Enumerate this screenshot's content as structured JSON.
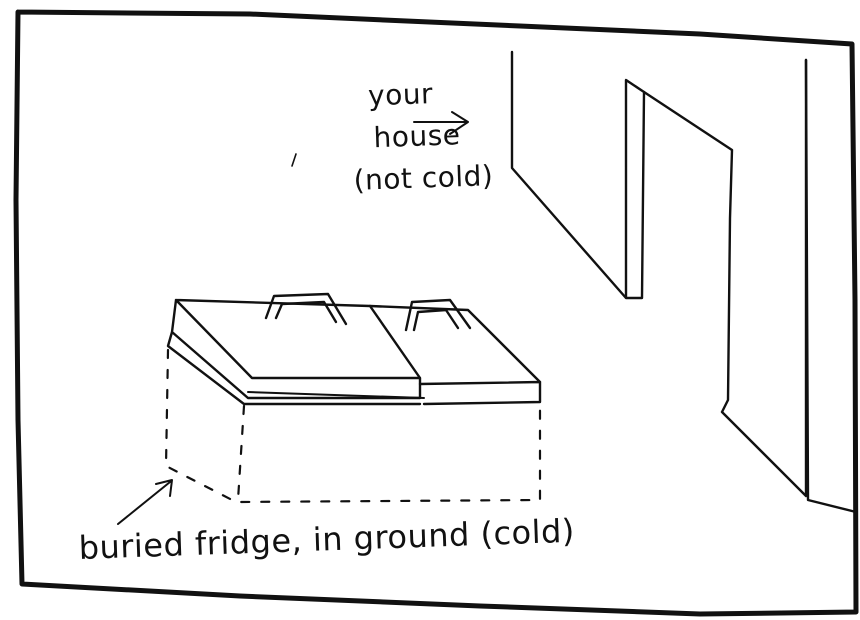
{
  "labels": {
    "house_line1": "your",
    "house_line2": "house",
    "house_line3": "(not cold)",
    "fridge": "buried fridge, in ground (cold)"
  },
  "colors": {
    "ink": "#111111",
    "paper": "#ffffff"
  }
}
